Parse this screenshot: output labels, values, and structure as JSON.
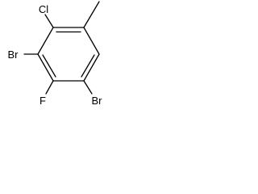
{
  "molecule": {
    "atoms": {
      "cl": "Cl",
      "br_left": "Br",
      "f": "F",
      "br_right": "Br"
    }
  },
  "colors": {
    "bond": "#000000",
    "text": "#000000",
    "background": "#ffffff"
  }
}
